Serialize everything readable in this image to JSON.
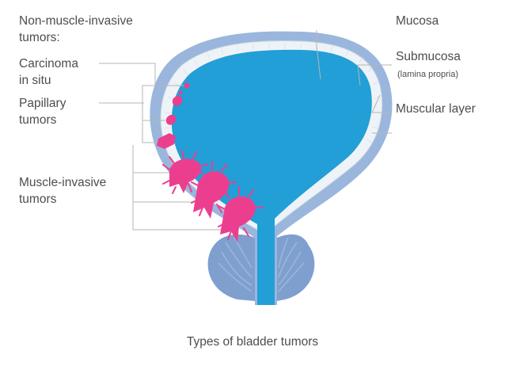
{
  "title": "Types of bladder tumors",
  "labels_left": {
    "non_muscle_invasive_line1": "Non-muscle-invasive",
    "non_muscle_invasive_line2": "tumors:",
    "carcinoma_in_situ_line1": "Carcinoma",
    "carcinoma_in_situ_line2": "in situ",
    "papillary_line1": "Papillary",
    "papillary_line2": "tumors",
    "muscle_invasive_line1": "Muscle-invasive",
    "muscle_invasive_line2": "tumors"
  },
  "labels_right": {
    "mucosa": "Mucosa",
    "submucosa": "Submucosa",
    "lamina_propria": "(lamina propria)",
    "muscular_layer": "Muscular layer"
  },
  "colors": {
    "bladder_lumen": "#229fd6",
    "muscle_wall": "#9ab6dc",
    "muscle_wall_dark": "#7f9fcf",
    "submucosa": "#eef3f7",
    "tumor": "#ec3e8f",
    "leader_lines": "#b5b5b5",
    "text": "#4d4d4d"
  }
}
